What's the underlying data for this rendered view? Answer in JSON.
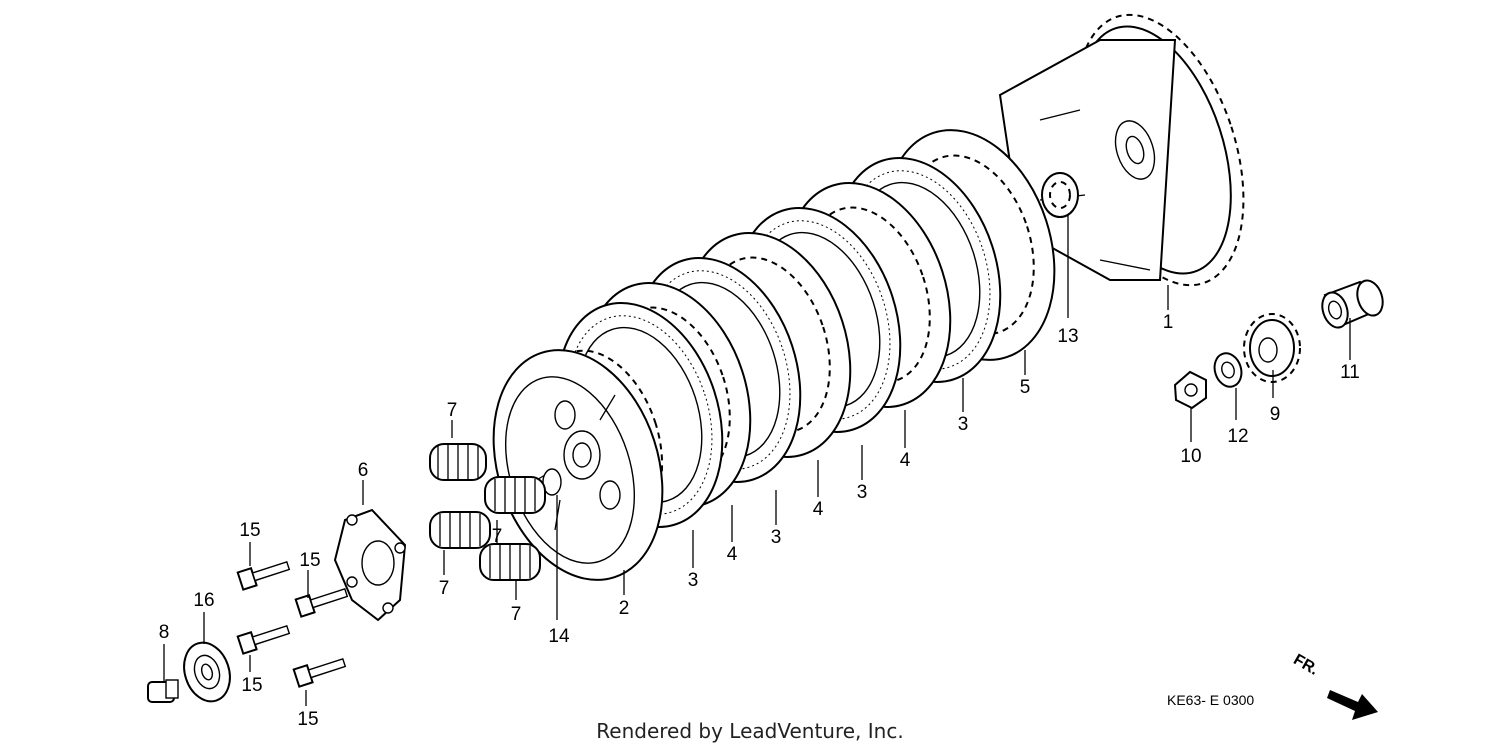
{
  "callouts": {
    "c1": "1",
    "c2": "2",
    "c3a": "3",
    "c3b": "3",
    "c3c": "3",
    "c3d": "3",
    "c4a": "4",
    "c4b": "4",
    "c4c": "4",
    "c5": "5",
    "c6": "6",
    "c7a": "7",
    "c7b": "7",
    "c7c": "7",
    "c7d": "7",
    "c8": "8",
    "c9": "9",
    "c10": "10",
    "c11": "11",
    "c12": "12",
    "c13": "13",
    "c14": "14",
    "c15a": "15",
    "c15b": "15",
    "c15c": "15",
    "c15d": "15",
    "c16": "16"
  },
  "diagram_code": "KE63- E 0300",
  "direction_label": "FR.",
  "credit": "Rendered by LeadVenture, Inc."
}
